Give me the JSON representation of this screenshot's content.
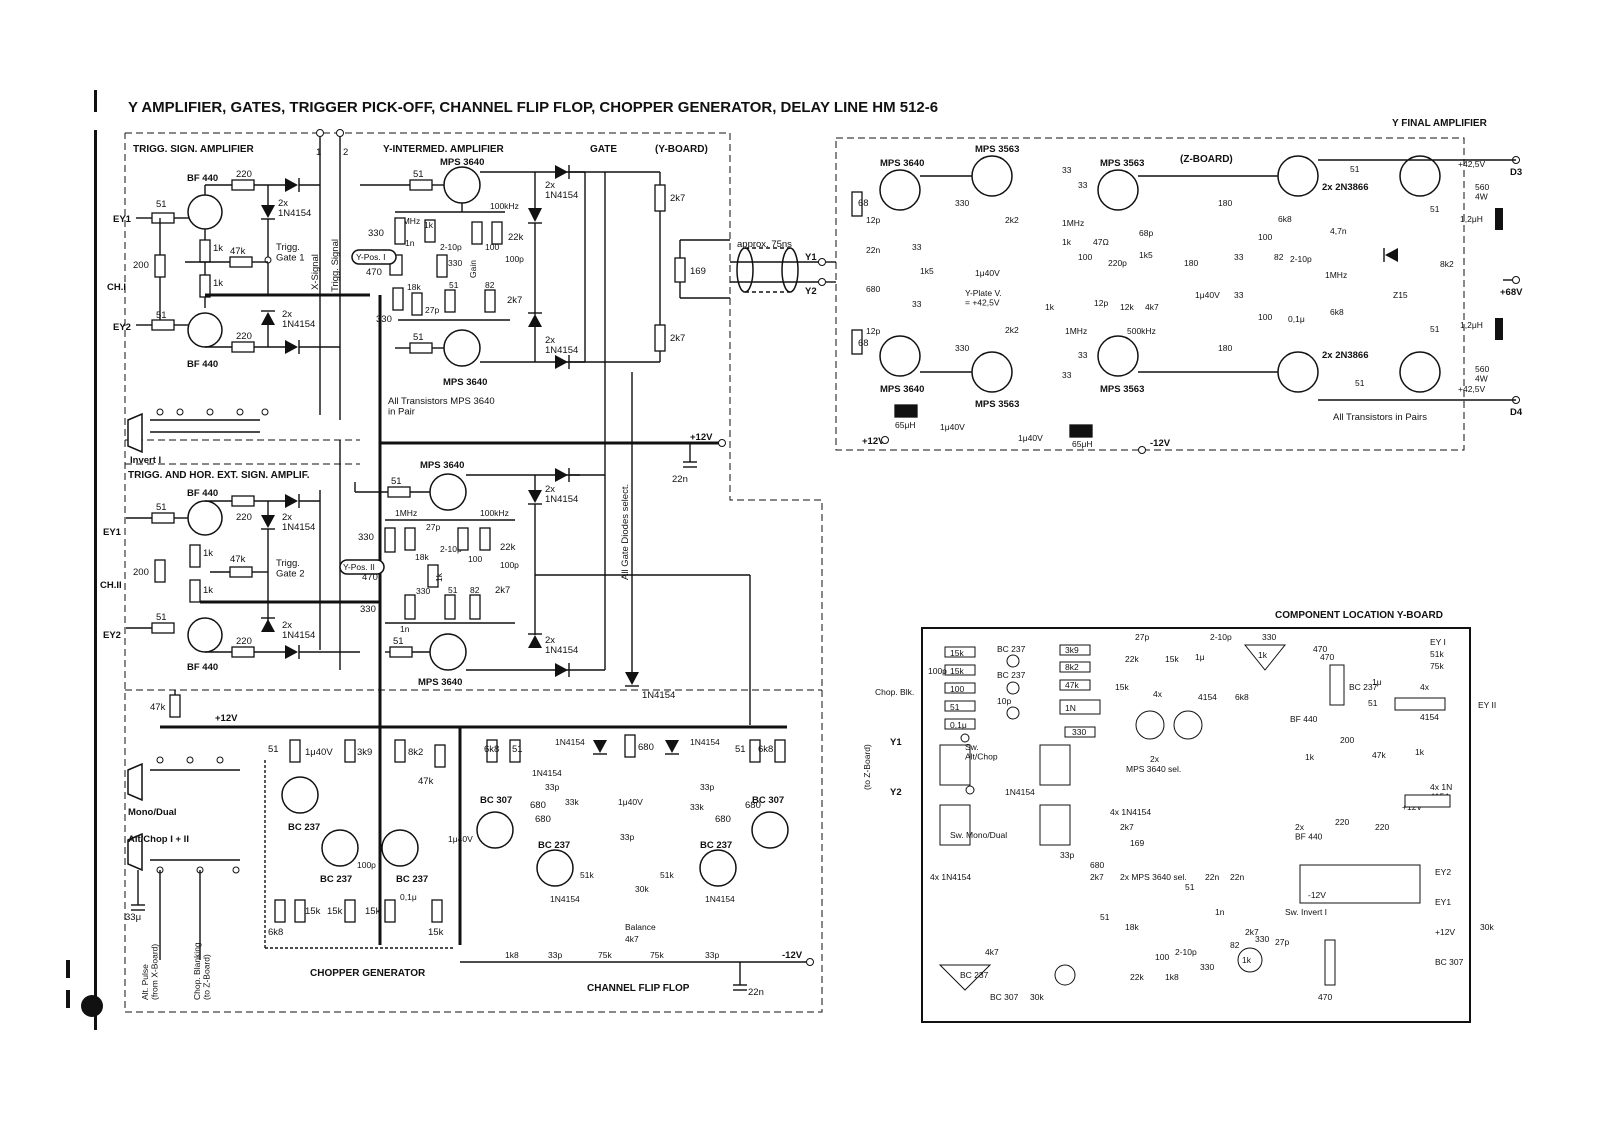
{
  "title": "Y AMPLIFIER, GATES, TRIGGER PICK-OFF, CHANNEL FLIP FLOP, CHOPPER GENERATOR, DELAY LINE   HM 512-6",
  "sections": {
    "trigg_amp": "TRIGG. SIGN. AMPLIFIER",
    "y_intermed": "Y-INTERMED. AMPLIFIER",
    "gate": "GATE",
    "y_board": "(Y-BOARD)",
    "y_final": "Y FINAL AMPLIFIER",
    "z_board": "(Z-BOARD)",
    "trigg_hor": "TRIGG. AND HOR. EXT. SIGN. AMPLIF.",
    "chopper": "CHOPPER GENERATOR",
    "flipflop": "CHANNEL FLIP FLOP",
    "component_location": "COMPONENT LOCATION Y-BOARD"
  },
  "ports": {
    "ey1": "EY1",
    "ey2": "EY2",
    "ch1": "CH.I",
    "ch2": "CH.II",
    "y1": "Y1",
    "y2": "Y2",
    "d3": "D3",
    "d4": "D4",
    "p12": "+12V",
    "m12": "-12V",
    "p68": "+68V",
    "p425": "+42,5V",
    "pin1": "1",
    "pin2": "2"
  },
  "labels": {
    "mps3640": "MPS 3640",
    "mps3563": "MPS 3563",
    "bf440": "BF 440",
    "bc237": "BC 237",
    "bc307": "BC 307",
    "n3866": "2x 2N3866",
    "d1n4154": "1N4154",
    "d2x": "2x",
    "d2x1n": "2x\n1N4154",
    "trigg_gate1": "Trigg.\nGate 1",
    "trigg_gate2": "Trigg.\nGate 2",
    "x_signal": "X-Signal",
    "trigg_signal": "Trigg. Signal",
    "ypos1": "Y-Pos. I",
    "ypos2": "Y-Pos. II",
    "delay": "approx. 75ns",
    "all_pair": "All Transistors MPS 3640\nin Pair",
    "all_pairs": "All Transistors in Pairs",
    "all_gate": "All Gate Diodes select.",
    "invert1": "Invert I",
    "mono_dual": "Mono/Dual",
    "alt_chop": "Alt/Chop I + II",
    "alt_pulse": "Alt. Pulse\n(from X-Board)",
    "chop_blank": "Chop. Blanking\n(to Z-Board)",
    "yplate": "Y-Plate V.\n= +42,5V",
    "mhz1": "1MHz",
    "khz100": "100kHz",
    "khz500": "500kHz",
    "balance": "Balance",
    "gain": "Gain",
    "c65": "65μH",
    "l12": "1,2μH",
    "z15": "Z15",
    "w4": "560\n4W"
  },
  "values": {
    "r51": "51",
    "r220": "220",
    "r1k": "1k",
    "r47k": "47k",
    "r200": "200",
    "r330": "330",
    "r470": "470",
    "r18k": "18k",
    "r27p": "27p",
    "r2k7": "2k7",
    "r169": "169",
    "r100p": "100p",
    "r22k": "22k",
    "r82": "82",
    "r100": "100",
    "r68": "68",
    "r33": "33",
    "r1k5": "1k5",
    "r680": "680",
    "r2k2": "2k2",
    "c12p": "12p",
    "c22n": "22n",
    "c1u40": "1μ40V",
    "r180": "180",
    "r6k8": "6k8",
    "c47n": "4,7n",
    "r8k2": "8k2",
    "c01": "0,1μ",
    "r3k9": "3k9",
    "r15k": "15k",
    "c33p": "33p",
    "r33k": "33k",
    "r51k": "51k",
    "r30k": "30k",
    "r75k": "75k",
    "r4k7": "4k7",
    "r1k8": "1k8",
    "c33u": "33μ",
    "c1n": "1n",
    "c210p": "2-10p",
    "r47": "47Ω",
    "c220p": "220p",
    "c68p": "68p",
    "r12k": "12k"
  },
  "layout_board": {
    "parts": [
      "15k",
      "BC 237",
      "3k9",
      "27p",
      "2-10p",
      "330",
      "470",
      "100p",
      "15k",
      "8k2",
      "1k",
      "22k",
      "100",
      "15k",
      "BC 237",
      "47k",
      "1μ",
      "51",
      "4x",
      "1N",
      "4154",
      "15k",
      "0,1μ",
      "330",
      "10p",
      "6k8",
      "BC 237",
      "51",
      "18k",
      "EY II",
      "Chop. Blk.",
      "Sw.\nAlt/Chop",
      "2x",
      "MPS 3640 sel.",
      "BF 440",
      "200",
      "1k",
      "47k",
      "1k",
      "1N4154",
      "Y1",
      "Y2",
      "Sw. Mono/Dual",
      "4x 1N4154",
      "2k7",
      "169",
      "33p",
      "680",
      "2k7",
      "22n",
      "22n",
      "2x\nBF 440",
      "220",
      "220",
      "4x\n1N4154",
      "+12V",
      "4x 1N\n4154",
      "2x MPS 3640 sel.",
      "51",
      "1n",
      "Sw. Invert I",
      "-12V",
      "EY2",
      "EY1",
      "+12V",
      "BC 307",
      "51",
      "18k",
      "2k7",
      "82",
      "330",
      "27p",
      "2-10p",
      "330",
      "100",
      "1k",
      "22k",
      "1k8",
      "4k7",
      "BC 237",
      "BC 307",
      "30k",
      "75k",
      "51k",
      "EY I",
      "470",
      "(to Z-Board)",
      "-12V",
      "EY2",
      "EY1"
    ]
  }
}
